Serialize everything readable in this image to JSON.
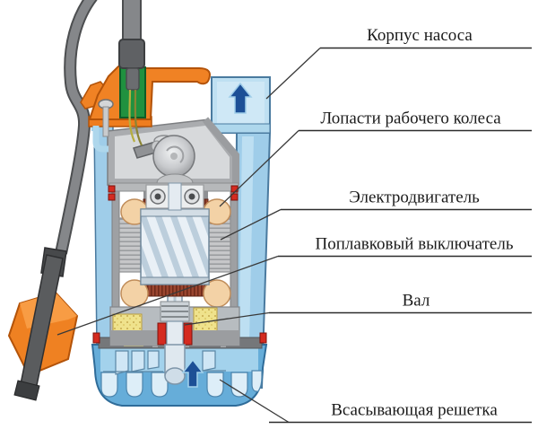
{
  "figure": {
    "kind": "submersible-drainage-pump-cutaway",
    "background": "#ffffff"
  },
  "labels": [
    {
      "id": "pump-housing",
      "text": "Корпус насоса"
    },
    {
      "id": "impeller-blades",
      "text": "Лопасти рабочего колеса"
    },
    {
      "id": "electric-motor",
      "text": "Электродвигатель"
    },
    {
      "id": "float-switch",
      "text": "Поплавковый выключатель"
    },
    {
      "id": "shaft",
      "text": "Вал"
    },
    {
      "id": "suction-grate",
      "text": "Всасывающая решетка"
    }
  ],
  "icons": [
    {
      "name": "flow-arrow-up-outlet-icon",
      "glyph": "▲",
      "color": "#1c4f96"
    },
    {
      "name": "flow-arrow-up-suction-icon",
      "glyph": "▲",
      "color": "#1c4f96"
    }
  ],
  "colors": {
    "casing_blue": "#9fcde9",
    "port_blue": "#bfe0f2",
    "grate_blue": "#66add9",
    "arrow_blue": "#1c4f96",
    "handle_orange": "#f08224",
    "float_orange": "#ef8122",
    "terminal_green": "#20913f",
    "cable_gray": "#85878a",
    "housing_gray": "#aaacaf",
    "stator_gray": "#c3c4c6",
    "winding_copper": "#9a4630",
    "winding_end_tan": "#f3d2a6",
    "oil_yellow": "#efe28c",
    "seal_red": "#d42b20",
    "shaft_steel": "#e4ebf1",
    "label_text": "#1b1b1b",
    "leader_line": "#3a3a3a"
  }
}
